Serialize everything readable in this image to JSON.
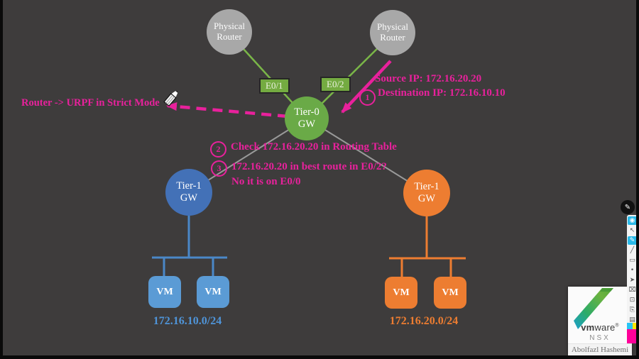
{
  "colors": {
    "background": "#3e3c3c",
    "router_gray": "#a8a8a8",
    "tier0_green": "#6aaa47",
    "link_green": "#7ab648",
    "tier1_blue": "#4371b7",
    "vm_blue": "#5b9bd5",
    "tier1_orange": "#ed7d31",
    "link_gray": "#9a9a9a",
    "annotation_magenta": "#e8219c"
  },
  "diagram": {
    "router_label": "Physical Router",
    "if_left": "E0/1",
    "if_right": "E0/2",
    "tier0_label": "Tier-0 GW",
    "tier1_label": "Tier-1 GW",
    "vm_label": "VM",
    "subnet_left": "172.16.10.0/24",
    "subnet_right": "172.16.20.0/24"
  },
  "annotations": {
    "source_ip": "Source IP: 172.16.20.20",
    "step1_num": "1",
    "destination_ip": "Destination IP: 172.16.10.10",
    "urpf_note": "Router -> URPF in Strict Mode",
    "step2_num": "2",
    "step2_text": "Check 172.16.20.20 in Routing Table",
    "step3_num": "3",
    "step3_line1": "172.16.20.20 in best route in E0/2?",
    "step3_line2": "No it is on E0/0"
  },
  "watermark": {
    "brand_bold": "vm",
    "brand_rest": "ware",
    "registered": "®",
    "product": "NSX",
    "author": "Abolfazl Hashemi"
  },
  "toolbar": {
    "icons": [
      {
        "name": "view-icon",
        "glyph": "◉"
      },
      {
        "name": "cursor-icon",
        "glyph": "↖"
      },
      {
        "name": "pen-icon",
        "glyph": "✎"
      },
      {
        "name": "line-icon",
        "glyph": "╱"
      },
      {
        "name": "eraser-icon",
        "glyph": "▭"
      },
      {
        "name": "dot-icon",
        "glyph": "•"
      },
      {
        "name": "shape-icon",
        "glyph": "➤"
      },
      {
        "name": "trash-icon",
        "glyph": "⌧"
      },
      {
        "name": "screenshot-icon",
        "glyph": "⊡"
      },
      {
        "name": "clipboard-icon",
        "glyph": "⎘"
      },
      {
        "name": "folder-icon",
        "glyph": "▤"
      }
    ],
    "swatches": {
      "cyan": "#29c5f6",
      "yellow": "#ffe600",
      "magenta": "#ff0099"
    },
    "logo_glyph": "✎"
  }
}
